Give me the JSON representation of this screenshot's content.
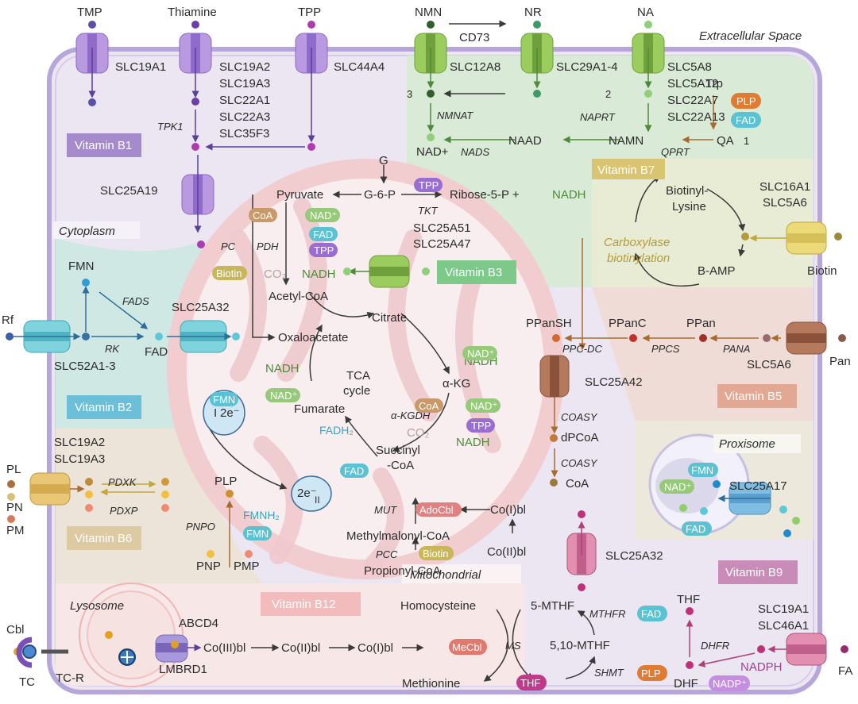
{
  "regions": {
    "extracellular": "Extracellular Space",
    "cytoplasm": "Cytoplasm",
    "mitochondrial": "Mitochondrial",
    "proxisome": "Proxisome",
    "lysosome": "Lysosome",
    "tca": [
      "TCA",
      "cycle"
    ]
  },
  "vitamin_labels": {
    "b1": "Vitamin B1",
    "b2": "Vitamin B2",
    "b3": "Vitamin B3",
    "b5": "Vitamin B5",
    "b6": "Vitamin B6",
    "b7": "Vitamin B7",
    "b9": "Vitamin B9",
    "b12": "Vitamin B12"
  },
  "colors": {
    "b1": "#a58bcb",
    "b2": "#6bbfd8",
    "b3": "#7cc98a",
    "b5": "#e2a893",
    "b6": "#dccaa3",
    "b7": "#d9c472",
    "b9": "#c98bb8",
    "b12": "#f2bcbc",
    "coa": "#c89a6b",
    "nad": "#97c97a",
    "fad": "#5bc2d3",
    "tpp": "#9a6ed0",
    "biotin": "#c7b65a",
    "plp": "#e07b33",
    "adocbl": "#e08080",
    "mecbl": "#e07a6e",
    "thf": "#c03a8c",
    "nadp": "#c58ee0"
  },
  "vitamin_b1": {
    "inputs": [
      "TMP",
      "Thiamine",
      "TPP"
    ],
    "transporters": [
      "SLC19A1",
      "SLC19A2",
      "SLC19A3",
      "SLC22A1",
      "SLC22A3",
      "SLC35F3",
      "SLC44A4"
    ],
    "enzyme": "TPK1",
    "mito_transporter": "SLC25A19"
  },
  "vitamin_b3": {
    "inputs": [
      "NMN",
      "NR",
      "NA"
    ],
    "enzyme_cd73": "CD73",
    "transporters_nmn": "SLC12A8",
    "transporters_nr": "SLC29A1-4",
    "transporters_na": [
      "SLC5A8",
      "SLC5A12",
      "SLC22A7",
      "SLC22A13"
    ],
    "trp": "Trp",
    "steps": [
      "3",
      "2",
      "1"
    ],
    "enzymes": [
      "NMNAT",
      "NAPRT",
      "NADS",
      "QPRT"
    ],
    "metabolites": [
      "NAD+",
      "NAAD",
      "NAMN",
      "QA"
    ],
    "mito_transporters": [
      "SLC25A51",
      "SLC25A47"
    ],
    "g": "G",
    "g6p": "G-6-P",
    "ribose": "Ribose-5-P + ",
    "nadh": "NADH",
    "tkt": "TKT"
  },
  "vitamin_b7": {
    "biotinyl": [
      "Biotinyl-",
      "Lysine"
    ],
    "bamp": "B-AMP",
    "carboxylase": [
      "Carboxylase",
      "biotinylation"
    ],
    "transporters": [
      "SLC16A1",
      "SLC5A6"
    ],
    "input": "Biotin"
  },
  "vitamin_b2": {
    "input": "Rf",
    "transporter": "SLC52A1-3",
    "fmn": "FMN",
    "fad": "FAD",
    "enzymes": [
      "FADS",
      "RK"
    ],
    "mito_transporter": "SLC25A32"
  },
  "mito": {
    "pyruvate": "Pyruvate",
    "pc": "PC",
    "pdh": "PDH",
    "acetyl_coa": "Acetyl-CoA",
    "citrate": "Citrate",
    "oxaloacetate": "Oxaloacetate",
    "akg": "α-KG",
    "akgdh": "α-KGDH",
    "succinyl": [
      "Succinyl",
      "-CoA"
    ],
    "fumarate": "Fumarate",
    "co2": "CO₂",
    "nadh": "NADH",
    "nad": "NAD⁺",
    "fadh2": "FADH₂",
    "complex_i": "I",
    "complex_ii": "II",
    "electrons": "2e⁻",
    "mut": "MUT",
    "pcc": "PCC",
    "methylmalonyl": "Methylmalonyl-CoA",
    "propionyl": "Propionyl-CoA",
    "co1bl": "Co(I)bl",
    "co2bl": "Co(II)bl"
  },
  "badges": {
    "coa": "CoA",
    "nad": "NAD⁺",
    "fad": "FAD",
    "tpp": "TPP",
    "biotin": "Biotin",
    "fmn": "FMN",
    "plp": "PLP",
    "adocbl": "AdoCbl",
    "mecbl": "MeCbl",
    "thf": "THF",
    "nadp": "NADP⁺"
  },
  "vitamin_b5": {
    "input": "Pan",
    "transporter": "SLC5A6",
    "metabolites": [
      "PPan",
      "PPanC",
      "PPanSH",
      "dPCoA",
      "CoA"
    ],
    "enzymes": [
      "PANA",
      "PPCS",
      "PPC-DC",
      "COASY",
      "COASY"
    ],
    "mito_transporter": "SLC25A42"
  },
  "vitamin_b6": {
    "inputs": [
      "PL",
      "PN",
      "PM"
    ],
    "transporters": [
      "SLC19A2",
      "SLC19A3"
    ],
    "enzymes": [
      "PDXK",
      "PDXP",
      "PNPO"
    ],
    "plp": "PLP",
    "fmnh2": "FMNH₂",
    "pnp": "PNP",
    "pmp": "PMP"
  },
  "proxisome": {
    "transporter": "SLC25A17"
  },
  "vitamin_b9": {
    "mito_transporter": "SLC25A32",
    "transporters": [
      "SLC19A1",
      "SLC46A1"
    ],
    "input": "FA",
    "thf": "THF",
    "dhf": "DHF",
    "dhfr": "DHFR",
    "nadph": "NADPH",
    "mthf5": "5-MTHF",
    "mthf510": "5,10-MTHF",
    "mthfr": "MTHFR",
    "shmt": "SHMT",
    "ms": "MS"
  },
  "vitamin_b12": {
    "cbl": "Cbl",
    "tc": "TC",
    "tcr": "TC-R",
    "abcd4": "ABCD4",
    "lmbrd1": "LMBRD1",
    "chain": [
      "Co(III)bl",
      "Co(II)bl",
      "Co(I)bl"
    ],
    "homocysteine": "Homocysteine",
    "methionine": "Methionine"
  }
}
